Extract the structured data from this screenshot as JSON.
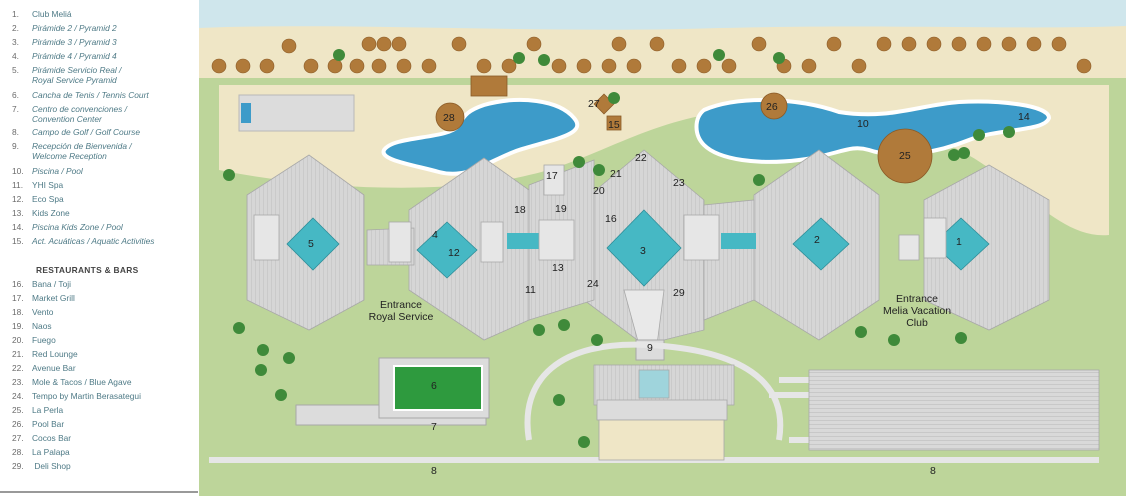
{
  "legend": {
    "items": [
      {
        "num": "1.",
        "text": "Club Meliá",
        "italic": false
      },
      {
        "num": "2.",
        "text": "Pirámide 2 / Pyramid 2",
        "italic": true
      },
      {
        "num": "3.",
        "text": "Pirámide 3 / Pyramid 3",
        "italic": true
      },
      {
        "num": "4.",
        "text": "Pirámide 4 / Pyramid 4",
        "italic": true
      },
      {
        "num": "5.",
        "text": "Pirámide Servicio Real /",
        "text2": "Royal Service Pyramid",
        "italic": true
      },
      {
        "num": "6.",
        "text": "Cancha de Tenis / Tennis Court",
        "italic": true
      },
      {
        "num": "7.",
        "text": "Centro de convenciones /",
        "text2": "Convention Center",
        "italic": true
      },
      {
        "num": "8.",
        "text": "Campo de Golf / Golf Course",
        "italic": true
      },
      {
        "num": "9.",
        "text": "Recepción de Bienvenida /",
        "text2": "Welcome Reception",
        "italic": true
      },
      {
        "num": "10.",
        "text": "Piscina / Pool",
        "italic": true
      },
      {
        "num": "11.",
        "text": "YHI Spa",
        "italic": false
      },
      {
        "num": "12.",
        "text": "Eco Spa",
        "italic": false
      },
      {
        "num": "13.",
        "text": "Kids Zone",
        "italic": false
      },
      {
        "num": "14.",
        "text": "Piscina Kids Zone / Pool",
        "italic": true
      },
      {
        "num": "15.",
        "text": "Act. Acuáticas / Aquatic Activities",
        "italic": true
      }
    ],
    "restaurants_header": "RESTAURANTS & BARS",
    "restaurants": [
      {
        "num": "16.",
        "text": "Bana / Toji"
      },
      {
        "num": "17.",
        "text": "Market Grill"
      },
      {
        "num": "18.",
        "text": "Vento"
      },
      {
        "num": "19.",
        "text": "Naos"
      },
      {
        "num": "20.",
        "text": "Fuego"
      },
      {
        "num": "21.",
        "text": "Red Lounge"
      },
      {
        "num": "22.",
        "text": "Avenue Bar"
      },
      {
        "num": "23.",
        "text": "Mole & Tacos / Blue Agave"
      },
      {
        "num": "24.",
        "text": "Tempo by Martin Berasategui"
      },
      {
        "num": "25.",
        "text": "La Perla"
      },
      {
        "num": "26.",
        "text": "Pool Bar"
      },
      {
        "num": "27.",
        "text": "Cocos Bar"
      },
      {
        "num": "28.",
        "text": "La Palapa"
      },
      {
        "num": "29.",
        "text": " Deli Shop"
      }
    ]
  },
  "map": {
    "entrance_royal": [
      "Entrance",
      "Royal Service"
    ],
    "entrance_melia": [
      "Entrance",
      "Melia Vacation",
      "Club"
    ],
    "markers": [
      "1",
      "2",
      "3",
      "4",
      "5",
      "6",
      "7",
      "8",
      "8",
      "9",
      "10",
      "11",
      "12",
      "13",
      "14",
      "15",
      "16",
      "17",
      "18",
      "19",
      "20",
      "21",
      "22",
      "23",
      "24",
      "25",
      "26",
      "27",
      "28",
      "29"
    ],
    "colors": {
      "sea": "#cfe6ec",
      "sand": "#efe6c6",
      "grass": "#bdd59a",
      "pool": "#3d9bc9",
      "building": "#dcdcdc",
      "pyramid_glass": "#46b8c4",
      "tennis": "#2e9a3e"
    }
  }
}
